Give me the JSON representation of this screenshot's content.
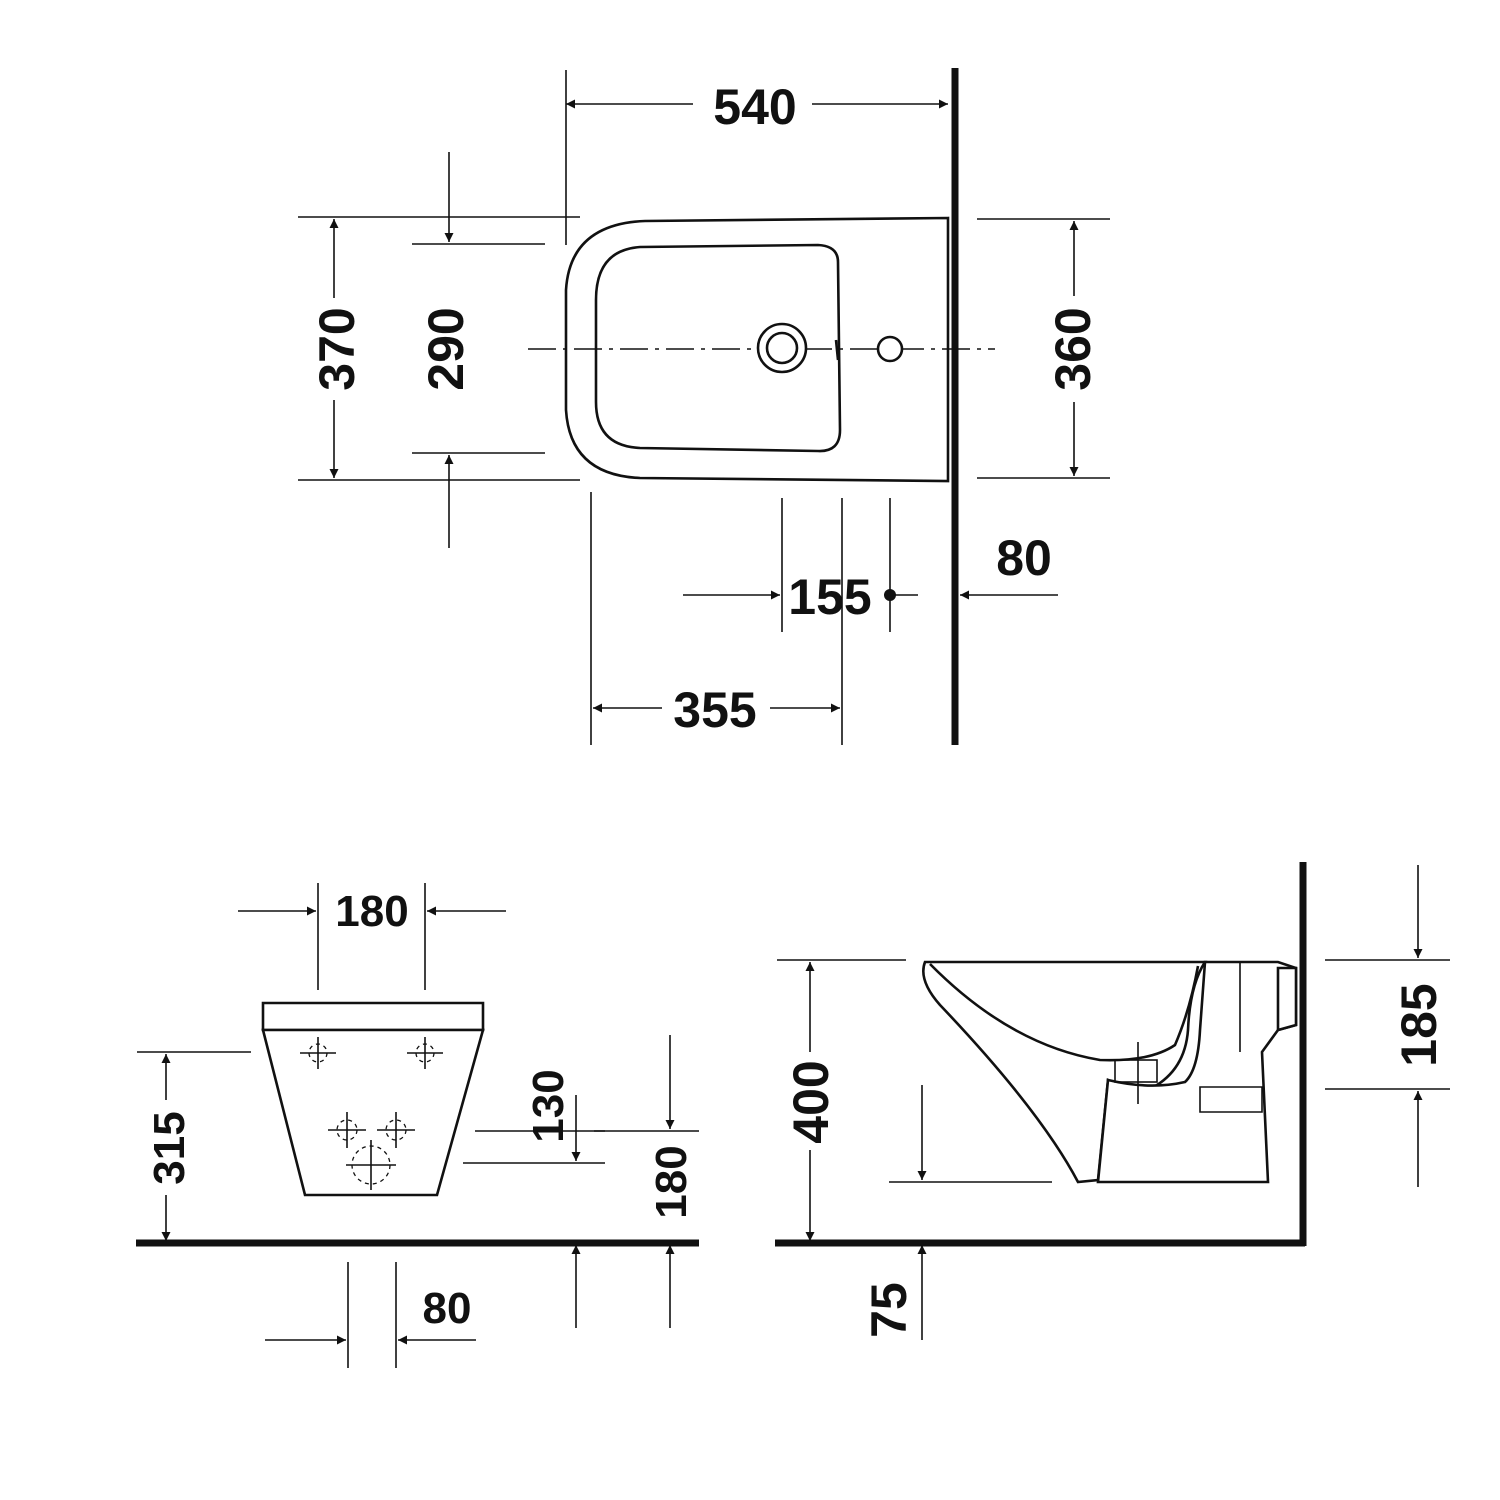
{
  "top_view": {
    "width_label": "540",
    "depth_total_label": "370",
    "depth_inner_label": "290",
    "depth_wall_label": "360",
    "tap_offset_label": "155",
    "wall_offset_label": "80",
    "bowl_center_label": "355"
  },
  "front_view": {
    "bolt_spacing_label": "180",
    "height_label": "315",
    "drain_height_label": "130",
    "supply_height_label": "180",
    "drain_offset_label": "80"
  },
  "side_view": {
    "rim_height_label": "400",
    "floor_gap_label": "75",
    "fixing_height_label": "185"
  }
}
